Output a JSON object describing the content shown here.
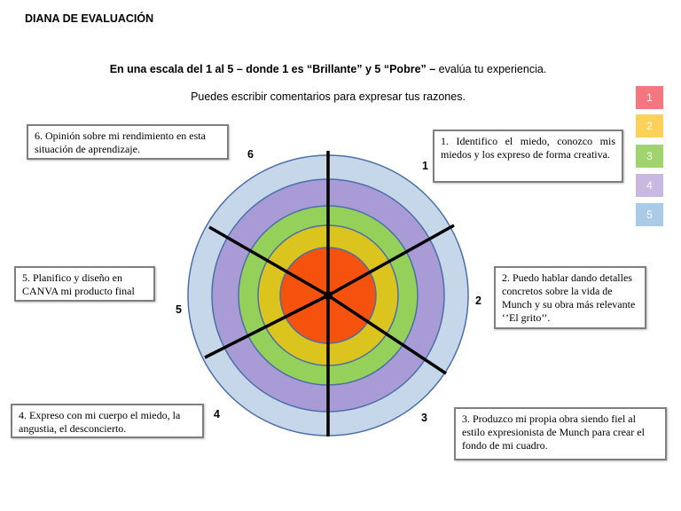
{
  "title": "DIANA DE EVALUACIÓN",
  "instruction": {
    "bold_part": "En una escala del 1 al 5 –  donde 1 es “Brillante” y 5 “Pobre” –",
    "normal_part": " evalúa tu experiencia."
  },
  "comment_note": "Puedes escribir comentarios para expresar tus razones.",
  "scale": [
    {
      "label": "1",
      "color": "#f4777f"
    },
    {
      "label": "2",
      "color": "#fdd15a"
    },
    {
      "label": "3",
      "color": "#a1d36e"
    },
    {
      "label": "4",
      "color": "#c9b8e2"
    },
    {
      "label": "5",
      "color": "#a9cbe8"
    }
  ],
  "ring_colors": [
    "#c6d7ea",
    "#a99bd5",
    "#95d05b",
    "#dcc41e",
    "#f5520e"
  ],
  "sectors": [
    {
      "number": "1",
      "text": "1. Identifico el miedo, conozco mis miedos y los expreso de forma creativa."
    },
    {
      "number": "2",
      "text": "2. Puedo hablar dando detalles concretos sobre la vida de Munch y su obra más relevante ‘’El grito’’."
    },
    {
      "number": "3",
      "text": "3. Produzco mi propia obra siendo fiel al estilo expresionista de Munch para crear el fondo de mi cuadro."
    },
    {
      "number": "4",
      "text": "4. Expreso con mi cuerpo el miedo, la angustia, el desconcierto."
    },
    {
      "number": "5",
      "text": "5. Planifico y diseño en CANVA mi producto final"
    },
    {
      "number": "6",
      "text": "6. Opinión sobre mi rendimiento en esta situación de aprendizaje."
    }
  ]
}
